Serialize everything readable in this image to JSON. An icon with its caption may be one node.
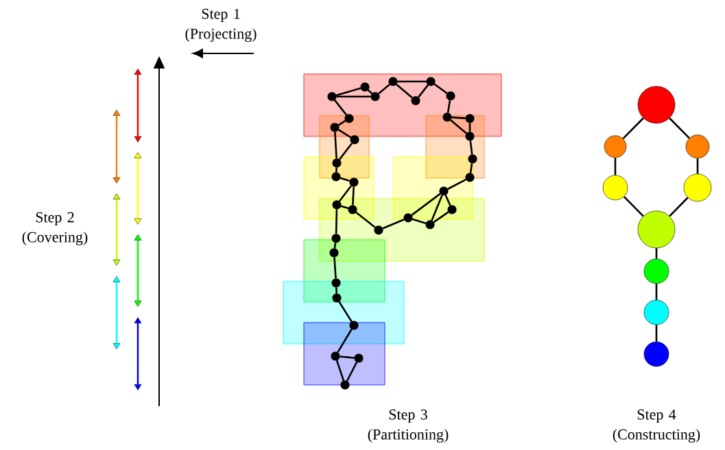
{
  "diagram": {
    "nodes": [
      {
        "text": [],
        "shape": "circle"
      },
      {
        "text": [],
        "shape": "circle"
      },
      {
        "text": [],
        "shape": "circle"
      },
      {
        "text": [],
        "shape": "circle"
      },
      {
        "text": [],
        "shape": "circle"
      },
      {
        "text": [],
        "shape": "circle"
      },
      {
        "text": [],
        "shape": "circle"
      },
      {
        "text": [],
        "shape": "circle"
      },
      {
        "text": [],
        "shape": "circle"
      },
      {
        "text": [],
        "shape": "circle"
      },
      {
        "text": [],
        "shape": "circle"
      },
      {
        "text": [],
        "shape": "circle"
      },
      {
        "text": [],
        "shape": "circle"
      },
      {
        "text": [],
        "shape": "circle"
      },
      {
        "text": [],
        "shape": "circle"
      },
      {
        "text": [],
        "shape": "circle"
      },
      {
        "text": [],
        "shape": "circle"
      },
      {
        "text": [],
        "shape": "circle"
      },
      {
        "text": [],
        "shape": "circle"
      },
      {
        "text": [],
        "shape": "circle"
      },
      {
        "text": [],
        "shape": "circle"
      },
      {
        "text": [],
        "shape": "circle"
      },
      {
        "text": [],
        "shape": "circle"
      },
      {
        "text": [],
        "shape": "circle"
      },
      {
        "text": [],
        "shape": "circle"
      },
      {
        "text": [],
        "shape": "circle"
      },
      {
        "text": [],
        "shape": "circle"
      },
      {
        "text": [],
        "shape": "circle"
      },
      {
        "text": [],
        "shape": "circle"
      },
      {
        "text": [],
        "shape": "circle"
      },
      {
        "text": [],
        "shape": "circle"
      },
      {
        "text": [],
        "shape": "circle"
      },
      {
        "text": [],
        "shape": "circle"
      },
      {
        "text": [],
        "shape": "circle"
      },
      {
        "text": [],
        "shape": "circle"
      },
      {
        "text": [],
        "shape": "circle"
      },
      {
        "text": [],
        "shape": "circle"
      },
      {
        "text": [],
        "shape": "circle"
      },
      {
        "text": [],
        "shape": "circle"
      },
      {
        "text": [],
        "shape": "circle"
      },
      {
        "text": [],
        "shape": "circle"
      },
      {
        "text": [],
        "shape": "circle"
      }
    ],
    "edges": [
      {
        "from": 0,
        "to": 1,
        "arrow": "none"
      },
      {
        "from": 0,
        "to": 2,
        "arrow": "none"
      },
      {
        "from": 1,
        "to": 2,
        "arrow": "none"
      },
      {
        "from": 2,
        "to": 3,
        "arrow": "none"
      },
      {
        "from": 3,
        "to": 4,
        "arrow": "none"
      },
      {
        "from": 4,
        "to": 5,
        "arrow": "none"
      },
      {
        "from": 3,
        "to": 5,
        "arrow": "none"
      },
      {
        "from": 5,
        "to": 6,
        "arrow": "none"
      },
      {
        "from": 6,
        "to": 8,
        "arrow": "none"
      },
      {
        "from": 0,
        "to": 7,
        "arrow": "none"
      },
      {
        "from": 7,
        "to": 10,
        "arrow": "none"
      },
      {
        "from": 8,
        "to": 9,
        "arrow": "none"
      },
      {
        "from": 8,
        "to": 12,
        "arrow": "none"
      },
      {
        "from": 9,
        "to": 12,
        "arrow": "none"
      },
      {
        "from": 10,
        "to": 11,
        "arrow": "none"
      },
      {
        "from": 10,
        "to": 13,
        "arrow": "none"
      },
      {
        "from": 11,
        "to": 13,
        "arrow": "none"
      },
      {
        "from": 12,
        "to": 14,
        "arrow": "none"
      },
      {
        "from": 14,
        "to": 17,
        "arrow": "none"
      },
      {
        "from": 13,
        "to": 15,
        "arrow": "none"
      },
      {
        "from": 15,
        "to": 16,
        "arrow": "none"
      },
      {
        "from": 16,
        "to": 19,
        "arrow": "none"
      },
      {
        "from": 16,
        "to": 20,
        "arrow": "none"
      },
      {
        "from": 19,
        "to": 20,
        "arrow": "none"
      },
      {
        "from": 17,
        "to": 18,
        "arrow": "none"
      },
      {
        "from": 18,
        "to": 22,
        "arrow": "none"
      },
      {
        "from": 18,
        "to": 21,
        "arrow": "none"
      },
      {
        "from": 18,
        "to": 23,
        "arrow": "none"
      },
      {
        "from": 21,
        "to": 23,
        "arrow": "none"
      },
      {
        "from": 22,
        "to": 23,
        "arrow": "none"
      },
      {
        "from": 20,
        "to": 24,
        "arrow": "none"
      },
      {
        "from": 24,
        "to": 22,
        "arrow": "none"
      },
      {
        "from": 19,
        "to": 25,
        "arrow": "none"
      },
      {
        "from": 25,
        "to": 26,
        "arrow": "none"
      },
      {
        "from": 26,
        "to": 27,
        "arrow": "none"
      },
      {
        "from": 27,
        "to": 28,
        "arrow": "none"
      },
      {
        "from": 28,
        "to": 29,
        "arrow": "none"
      },
      {
        "from": 29,
        "to": 30,
        "arrow": "none"
      },
      {
        "from": 30,
        "to": 31,
        "arrow": "none"
      },
      {
        "from": 30,
        "to": 32,
        "arrow": "none"
      },
      {
        "from": 31,
        "to": 32,
        "arrow": "none"
      },
      {
        "from": 33,
        "to": 34,
        "arrow": "none"
      },
      {
        "from": 33,
        "to": 35,
        "arrow": "none"
      },
      {
        "from": 34,
        "to": 36,
        "arrow": "none"
      },
      {
        "from": 35,
        "to": 37,
        "arrow": "none"
      },
      {
        "from": 36,
        "to": 38,
        "arrow": "none"
      },
      {
        "from": 37,
        "to": 38,
        "arrow": "none"
      },
      {
        "from": 38,
        "to": 39,
        "arrow": "none"
      },
      {
        "from": 39,
        "to": 40,
        "arrow": "none"
      },
      {
        "from": 40,
        "to": 41,
        "arrow": "none"
      }
    ],
    "labels": [
      "Step 1 (Projecting)",
      "Step 2 (Covering)",
      "Step 3 (Partitioning)",
      "Step 4 (Constructing)"
    ]
  }
}
